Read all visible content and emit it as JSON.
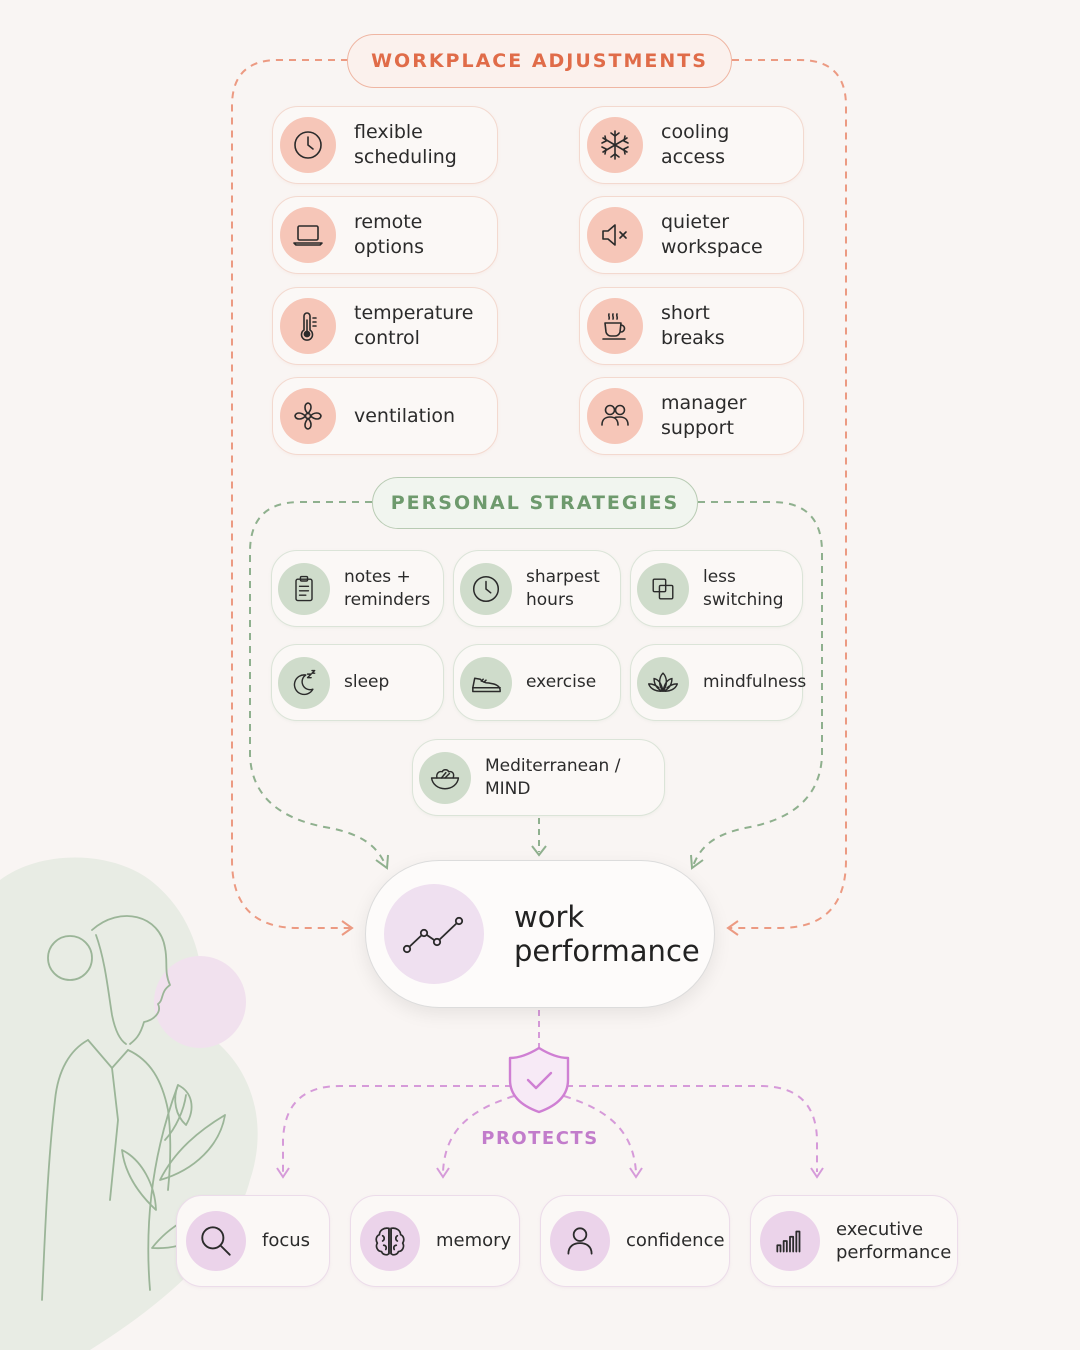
{
  "workplace": {
    "title": "WORKPLACE ADJUSTMENTS",
    "items": [
      {
        "label": "flexible\nscheduling",
        "icon": "clock-icon"
      },
      {
        "label": "cooling\naccess",
        "icon": "snowflake-icon"
      },
      {
        "label": "remote\noptions",
        "icon": "laptop-icon"
      },
      {
        "label": "quieter\nworkspace",
        "icon": "speaker-mute-icon"
      },
      {
        "label": "temperature\ncontrol",
        "icon": "thermometer-icon"
      },
      {
        "label": "short\nbreaks",
        "icon": "coffee-cup-icon"
      },
      {
        "label": "ventilation",
        "icon": "fan-icon"
      },
      {
        "label": "manager\nsupport",
        "icon": "people-icon"
      }
    ]
  },
  "personal": {
    "title": "PERSONAL STRATEGIES",
    "items": [
      {
        "label": "notes +\nreminders",
        "icon": "notepad-icon"
      },
      {
        "label": "sharpest\nhours",
        "icon": "clock-icon"
      },
      {
        "label": "less\nswitching",
        "icon": "overlapping-windows-icon"
      },
      {
        "label": "sleep",
        "icon": "moon-icon"
      },
      {
        "label": "exercise",
        "icon": "sneaker-icon"
      },
      {
        "label": "mindfulness",
        "icon": "lotus-icon"
      },
      {
        "label": "Mediterranean /\nMIND",
        "icon": "salad-bowl-icon"
      }
    ]
  },
  "center": {
    "label": "work\nperformance",
    "icon": "trend-line-icon"
  },
  "protects": {
    "label": "PROTECTS",
    "icon": "shield-check-icon",
    "items": [
      {
        "label": "focus",
        "icon": "magnifier-icon"
      },
      {
        "label": "memory",
        "icon": "brain-icon"
      },
      {
        "label": "confidence",
        "icon": "person-icon"
      },
      {
        "label": "executive\nperformance",
        "icon": "bar-chart-icon"
      }
    ]
  },
  "illustration": {
    "icon": "woman-with-plant-illustration"
  },
  "colors": {
    "orange": "#e8785a",
    "green": "#7fa67e",
    "purple": "#cf84d4",
    "background": "#f9f5f3"
  }
}
